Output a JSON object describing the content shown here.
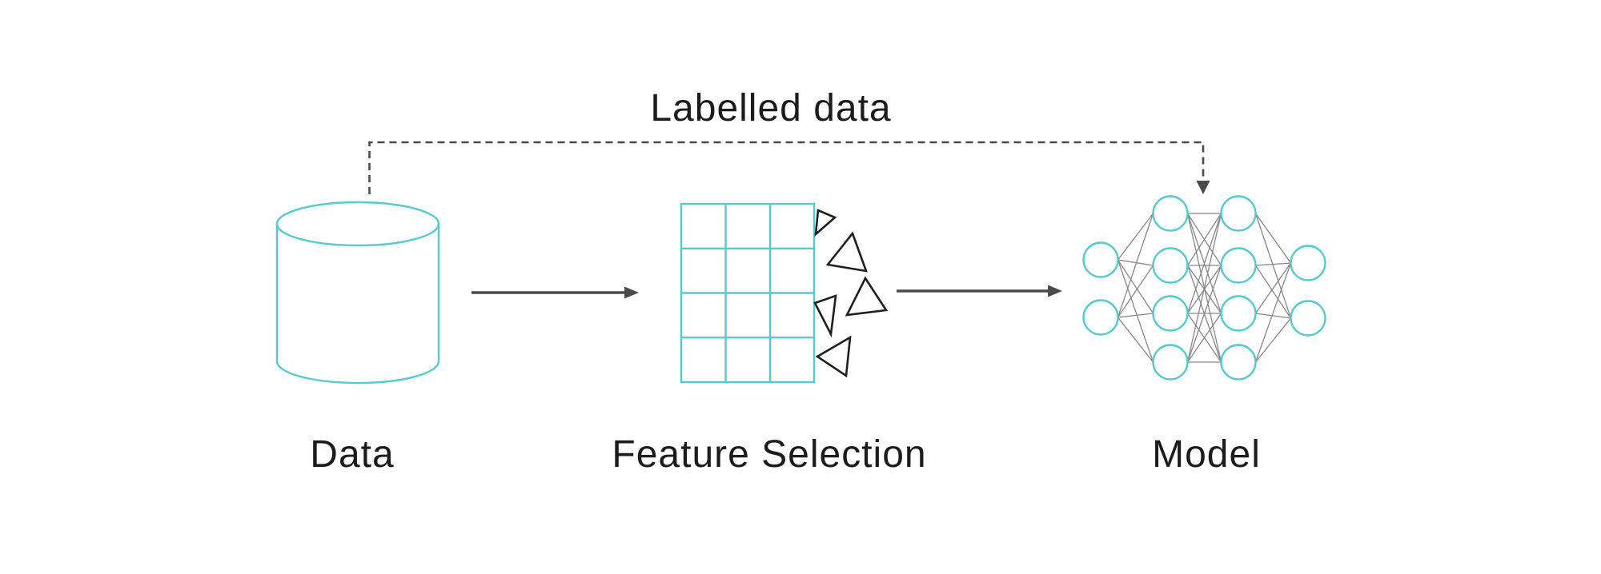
{
  "diagram": {
    "background_color": "#ffffff",
    "colors": {
      "accent_teal": "#56cbce",
      "arrow_dark": "#4a4a4d",
      "triangle_outline": "#1f1f1f",
      "network_links": "#87878a",
      "text": "#1c1c1c"
    },
    "nodes": [
      {
        "id": "data",
        "label": "Data",
        "icon": "database-cylinder-icon"
      },
      {
        "id": "feature_selection",
        "label": "Feature Selection",
        "icon": "feature-grid-icon",
        "grid_rows": 4,
        "grid_columns": 3,
        "triangle_count": 5
      },
      {
        "id": "model",
        "label": "Model",
        "icon": "neural-network-icon",
        "network_layers": [
          2,
          4,
          4,
          2
        ]
      }
    ],
    "edges": [
      {
        "from": "data",
        "to": "feature_selection",
        "style": "solid-arrow",
        "label": ""
      },
      {
        "from": "feature_selection",
        "to": "model",
        "style": "solid-arrow",
        "label": ""
      },
      {
        "from": "data",
        "to": "model",
        "style": "dashed-arrow",
        "label": "Labelled data"
      }
    ]
  }
}
